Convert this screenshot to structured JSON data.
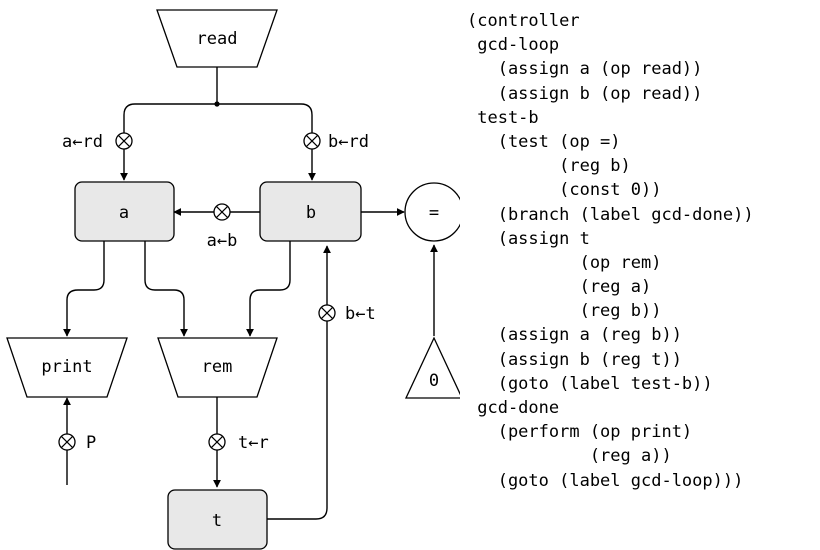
{
  "diagram": {
    "read_op": "read",
    "register_a": "a",
    "register_b": "b",
    "register_t": "t",
    "print_op": "print",
    "rem_op": "rem",
    "equal_test": "=",
    "constant_zero": "0",
    "button_a_rd": "a←rd",
    "button_b_rd": "b←rd",
    "button_a_b": "a←b",
    "button_b_t": "b←t",
    "button_t_r": "t←r",
    "button_p": "P"
  },
  "code": {
    "lines": [
      "(controller",
      " gcd-loop",
      "   (assign a (op read))",
      "   (assign b (op read))",
      " test-b",
      "   (test (op =)",
      "         (reg b)",
      "         (const 0))",
      "   (branch (label gcd-done))",
      "   (assign t",
      "           (op rem)",
      "           (reg a)",
      "           (reg b))",
      "   (assign a (reg b))",
      "   (assign b (reg t))",
      "   (goto (label test-b))",
      " gcd-done",
      "   (perform (op print)",
      "            (reg a))",
      "   (goto (label gcd-loop)))"
    ]
  }
}
